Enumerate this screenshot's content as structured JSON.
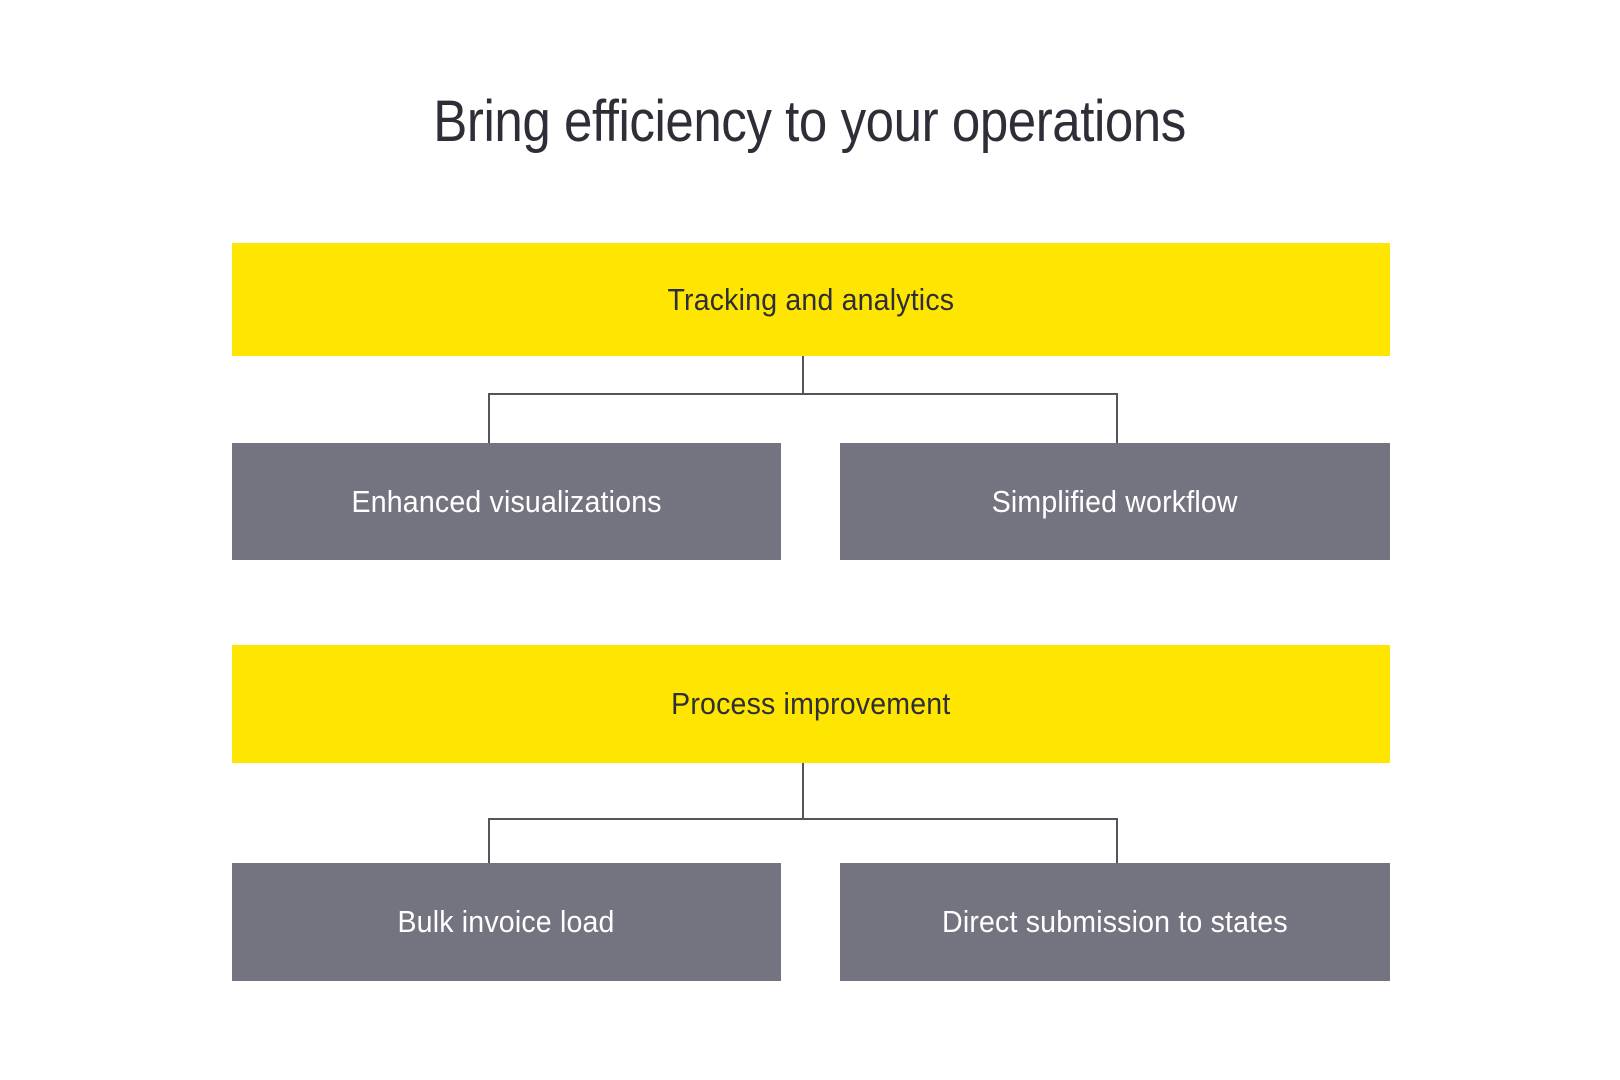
{
  "title": "Bring efficiency to your operations",
  "colors": {
    "background": "#ffffff",
    "yellow": "#ffe600",
    "gray": "#747480",
    "text_dark": "#2e2e38",
    "text_light": "#ffffff",
    "connector": "#54545c"
  },
  "trees": [
    {
      "parent": "Tracking and analytics",
      "children": [
        "Enhanced visualizations",
        "Simplified workflow"
      ]
    },
    {
      "parent": "Process improvement",
      "children": [
        "Bulk invoice load",
        "Direct submission to states"
      ]
    }
  ]
}
